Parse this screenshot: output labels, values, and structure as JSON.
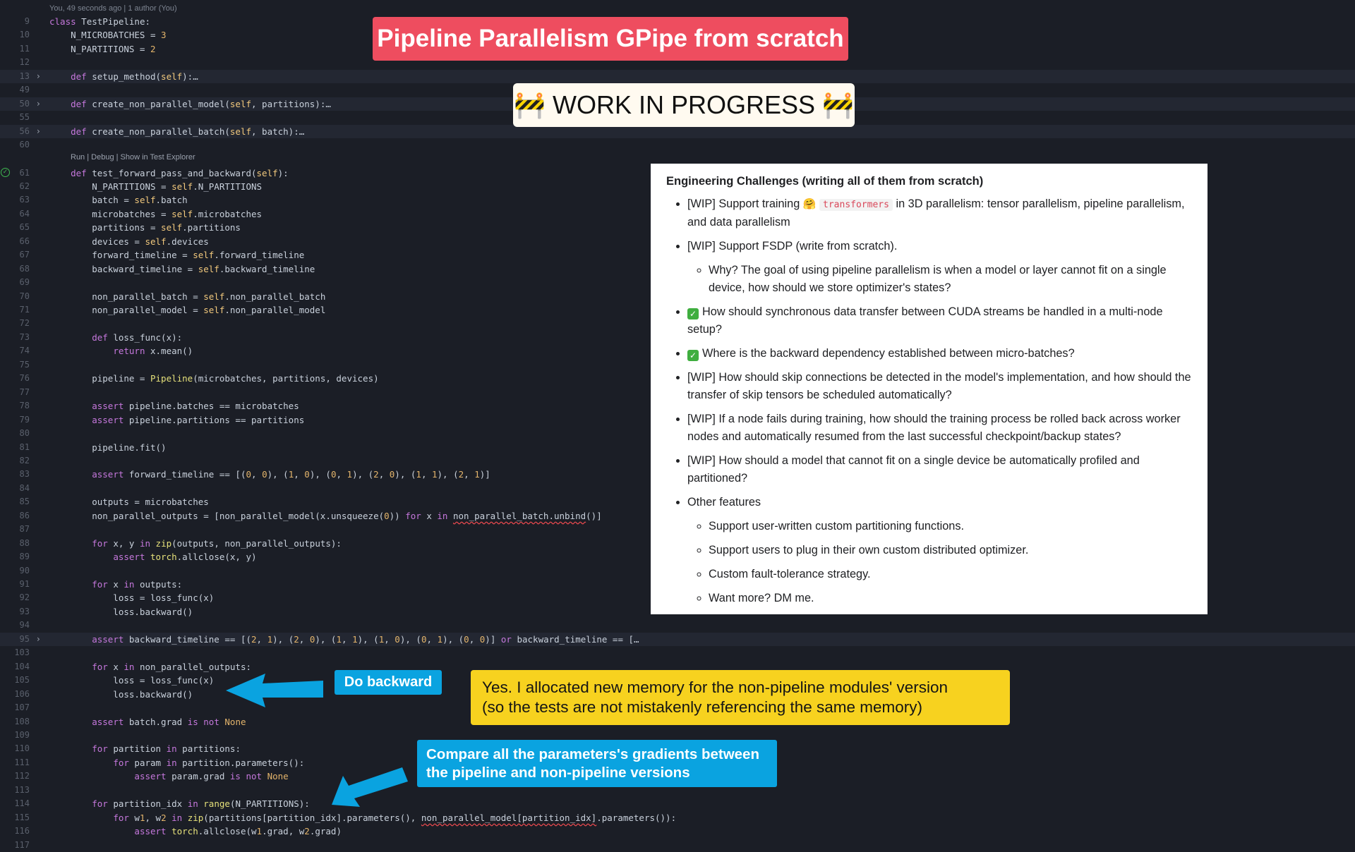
{
  "header": {
    "blame": "You, 49 seconds ago | 1 author (You)"
  },
  "codelens": "Run | Debug | Show in Test Explorer",
  "code_lines": [
    {
      "n": "9",
      "t": "class TestPipeline:"
    },
    {
      "n": "10",
      "t": "    N_MICROBATCHES = 3"
    },
    {
      "n": "11",
      "t": "    N_PARTITIONS = 2"
    },
    {
      "n": "12",
      "t": ""
    },
    {
      "n": "13",
      "t": "    def setup_method(self):…"
    },
    {
      "n": "49",
      "t": ""
    },
    {
      "n": "50",
      "t": "    def create_non_parallel_model(self, partitions):…"
    },
    {
      "n": "55",
      "t": ""
    },
    {
      "n": "56",
      "t": "    def create_non_parallel_batch(self, batch):…"
    },
    {
      "n": "60",
      "t": ""
    },
    {
      "n": "61",
      "t": "    def test_forward_pass_and_backward(self):"
    },
    {
      "n": "62",
      "t": "        N_PARTITIONS = self.N_PARTITIONS"
    },
    {
      "n": "63",
      "t": "        batch = self.batch"
    },
    {
      "n": "64",
      "t": "        microbatches = self.microbatches"
    },
    {
      "n": "65",
      "t": "        partitions = self.partitions"
    },
    {
      "n": "66",
      "t": "        devices = self.devices"
    },
    {
      "n": "67",
      "t": "        forward_timeline = self.forward_timeline"
    },
    {
      "n": "68",
      "t": "        backward_timeline = self.backward_timeline"
    },
    {
      "n": "69",
      "t": ""
    },
    {
      "n": "70",
      "t": "        non_parallel_batch = self.non_parallel_batch"
    },
    {
      "n": "71",
      "t": "        non_parallel_model = self.non_parallel_model"
    },
    {
      "n": "72",
      "t": ""
    },
    {
      "n": "73",
      "t": "        def loss_func(x):"
    },
    {
      "n": "74",
      "t": "            return x.mean()"
    },
    {
      "n": "75",
      "t": ""
    },
    {
      "n": "76",
      "t": "        pipeline = Pipeline(microbatches, partitions, devices)"
    },
    {
      "n": "77",
      "t": ""
    },
    {
      "n": "78",
      "t": "        assert pipeline.batches == microbatches"
    },
    {
      "n": "79",
      "t": "        assert pipeline.partitions == partitions"
    },
    {
      "n": "80",
      "t": ""
    },
    {
      "n": "81",
      "t": "        pipeline.fit()"
    },
    {
      "n": "82",
      "t": ""
    },
    {
      "n": "83",
      "t": "        assert forward_timeline == [(0, 0), (1, 0), (0, 1), (2, 0), (1, 1), (2, 1)]"
    },
    {
      "n": "84",
      "t": ""
    },
    {
      "n": "85",
      "t": "        outputs = microbatches"
    },
    {
      "n": "86",
      "t": "        non_parallel_outputs = [non_parallel_model(x.unsqueeze(0)) for x in non_parallel_batch.unbind()]"
    },
    {
      "n": "87",
      "t": ""
    },
    {
      "n": "88",
      "t": "        for x, y in zip(outputs, non_parallel_outputs):"
    },
    {
      "n": "89",
      "t": "            assert torch.allclose(x, y)"
    },
    {
      "n": "90",
      "t": ""
    },
    {
      "n": "91",
      "t": "        for x in outputs:"
    },
    {
      "n": "92",
      "t": "            loss = loss_func(x)"
    },
    {
      "n": "93",
      "t": "            loss.backward()"
    },
    {
      "n": "94",
      "t": ""
    },
    {
      "n": "95",
      "t": "        assert backward_timeline == [(2, 1), (2, 0), (1, 1), (1, 0), (0, 1), (0, 0)] or backward_timeline == […"
    },
    {
      "n": "103",
      "t": ""
    },
    {
      "n": "104",
      "t": "        for x in non_parallel_outputs:"
    },
    {
      "n": "105",
      "t": "            loss = loss_func(x)"
    },
    {
      "n": "106",
      "t": "            loss.backward()"
    },
    {
      "n": "107",
      "t": ""
    },
    {
      "n": "108",
      "t": "        assert batch.grad is not None"
    },
    {
      "n": "109",
      "t": ""
    },
    {
      "n": "110",
      "t": "        for partition in partitions:"
    },
    {
      "n": "111",
      "t": "            for param in partition.parameters():"
    },
    {
      "n": "112",
      "t": "                assert param.grad is not None"
    },
    {
      "n": "113",
      "t": ""
    },
    {
      "n": "114",
      "t": "        for partition_idx in range(N_PARTITIONS):"
    },
    {
      "n": "115",
      "t": "            for w1, w2 in zip(partitions[partition_idx].parameters(), non_parallel_model[partition_idx].parameters()):"
    },
    {
      "n": "116",
      "t": "                assert torch.allclose(w1.grad, w2.grad)"
    },
    {
      "n": "117",
      "t": ""
    }
  ],
  "title_banner": "Pipeline Parallelism GPipe from scratch",
  "wip_banner": {
    "icon_left": "🚧",
    "text": "WORK IN PROGRESS",
    "icon_right": "🚧"
  },
  "panel": {
    "heading": "Engineering Challenges (writing all of them from scratch)",
    "item1_pre": "[WIP] Support training ",
    "item1_emoji": "🤗",
    "item1_code": "transformers",
    "item1_post": " in 3D parallelism: tensor parallelism, pipeline parallelism, and data parallelism",
    "item2": "[WIP] Support FSDP (write from scratch).",
    "item2_sub": "Why? The goal of using pipeline parallelism is when a model or layer cannot fit on a single device, how should we store optimizer's states?",
    "item3": "How should synchronous data transfer between CUDA streams be handled in a multi-node setup?",
    "item4": "Where is the backward dependency established between micro-batches?",
    "item5": "[WIP] How should skip connections be detected in the model's implementation, and how should the transfer of skip tensors be scheduled automatically?",
    "item6": "[WIP] If a node fails during training, how should the training process be rolled back across worker nodes and automatically resumed from the last successful checkpoint/backup states?",
    "item7": "[WIP] How should a model that cannot fit on a single device be automatically profiled and partitioned?",
    "item8": "Other features",
    "item8_sub": [
      "Support user-written custom partitioning functions.",
      "Support users to plug in their own custom distributed optimizer.",
      "Custom fault-tolerance strategy.",
      "Want more? DM me."
    ]
  },
  "callouts": {
    "do_backward": "Do backward",
    "memory_line1": "Yes. I allocated new memory for the non-pipeline modules' version",
    "memory_line2": "(so the tests are not mistakenly referencing the same memory)",
    "compare_line1": "Compare all the parameters's gradients between",
    "compare_line2": "the pipeline and non-pipeline versions"
  },
  "colors": {
    "accent_red": "#ee4d5f",
    "callout_blue": "#0aa3e0",
    "callout_yellow": "#f7d21f",
    "editor_bg": "#1b1e26"
  }
}
